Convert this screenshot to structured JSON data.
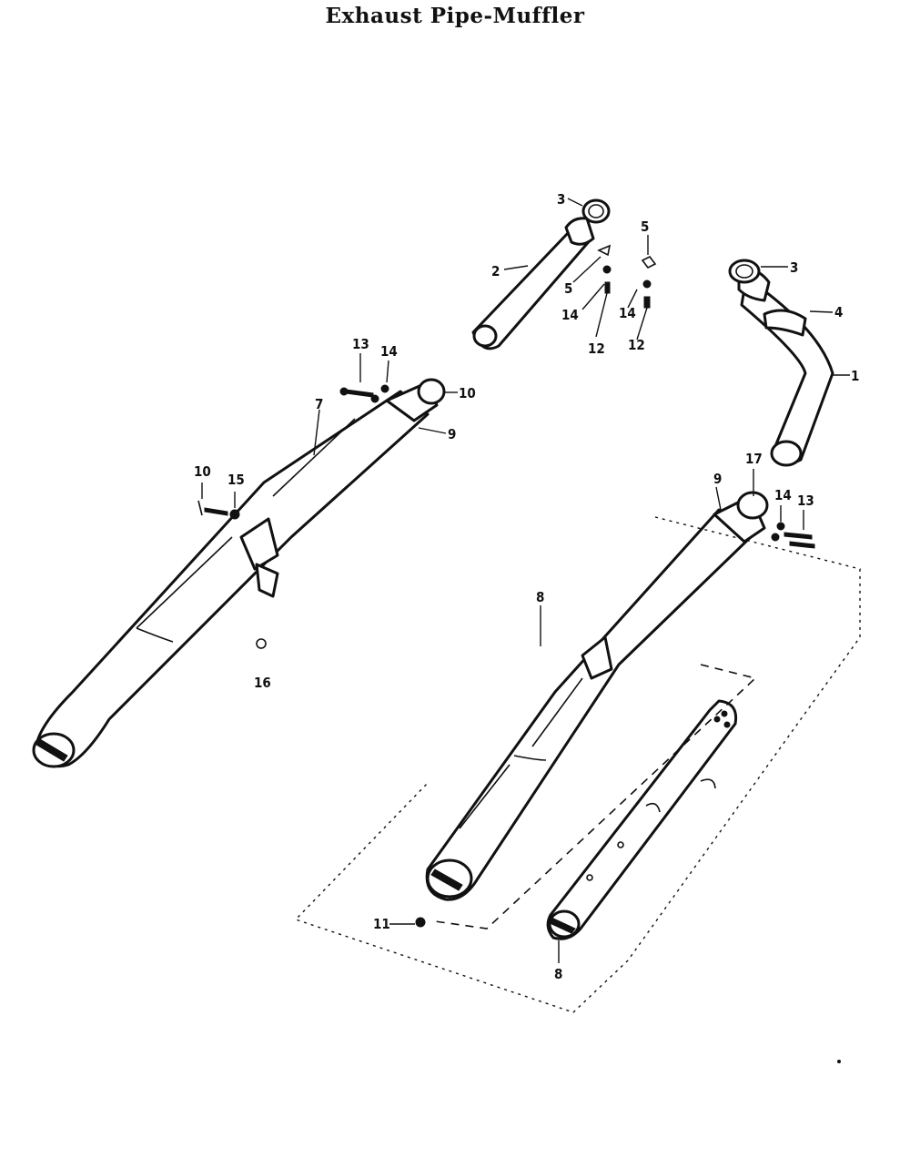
{
  "title": "Exhaust Pipe-Muffler",
  "callouts": {
    "c1": "1",
    "c2": "2",
    "c3a": "3",
    "c3b": "3",
    "c4": "4",
    "c5a": "5",
    "c5b": "5",
    "c7": "7",
    "c8a": "8",
    "c8b": "8",
    "c9a": "9",
    "c9b": "9",
    "c10a": "10",
    "c10b": "10",
    "c11": "11",
    "c12a": "12",
    "c12b": "12",
    "c13a": "13",
    "c13b": "13",
    "c14a": "14",
    "c14b": "14",
    "c14c": "14",
    "c14d": "14",
    "c15": "15",
    "c16": "16",
    "c17": "17"
  }
}
